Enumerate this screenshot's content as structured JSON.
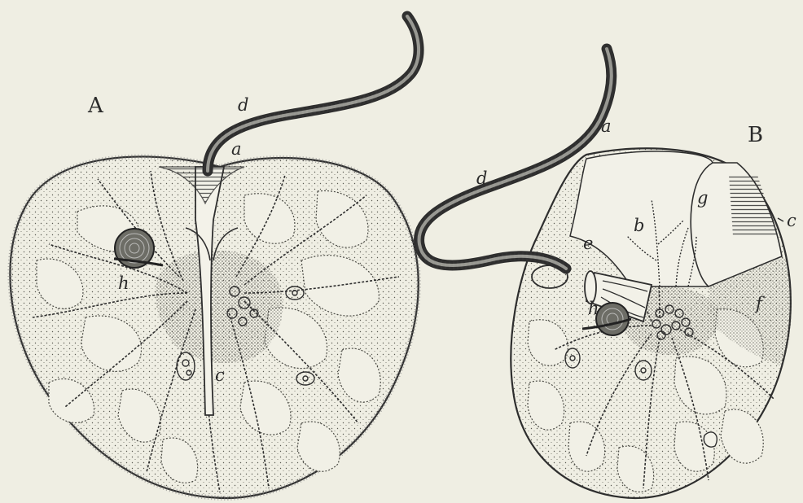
{
  "figures": [
    {
      "id": "A",
      "letter": "A",
      "part_labels": [
        "d",
        "a",
        "h",
        "c"
      ]
    },
    {
      "id": "B",
      "letter": "B",
      "part_labels": [
        "a",
        "d",
        "g",
        "b",
        "e",
        "c",
        "h",
        "f"
      ]
    }
  ],
  "colors": {
    "paper": "#efeee3",
    "ink": "#2e2e2e"
  }
}
